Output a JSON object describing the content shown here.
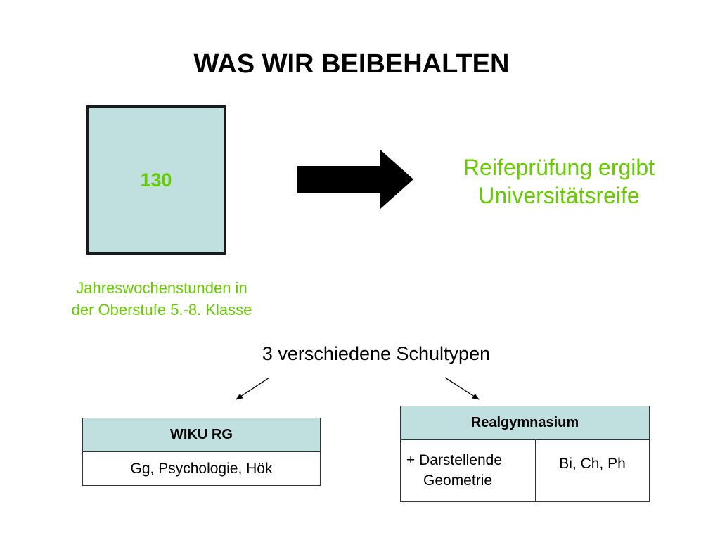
{
  "slide": {
    "title": "WAS WIR BEIBEHALTEN"
  },
  "hours": {
    "value": "130",
    "caption_line1": "Jahreswochenstunden in",
    "caption_line2": "der Oberstufe 5.-8. Klasse"
  },
  "result": {
    "line1": "Reifeprüfung ergibt",
    "line2": "Universitätsreife"
  },
  "school_types": {
    "heading": "3 verschiedene Schultypen",
    "wiku": {
      "name": "WIKU RG",
      "subjects": "Gg, Psychologie, Hök"
    },
    "realgymnasium": {
      "name": "Realgymnasium",
      "option_a_line1": "+ Darstellende",
      "option_a_line2": "Geometrie",
      "option_b": "Bi, Ch, Ph"
    }
  },
  "colors": {
    "accent_green": "#66cc00",
    "box_fill": "#c0e0e0",
    "text": "#000000"
  }
}
